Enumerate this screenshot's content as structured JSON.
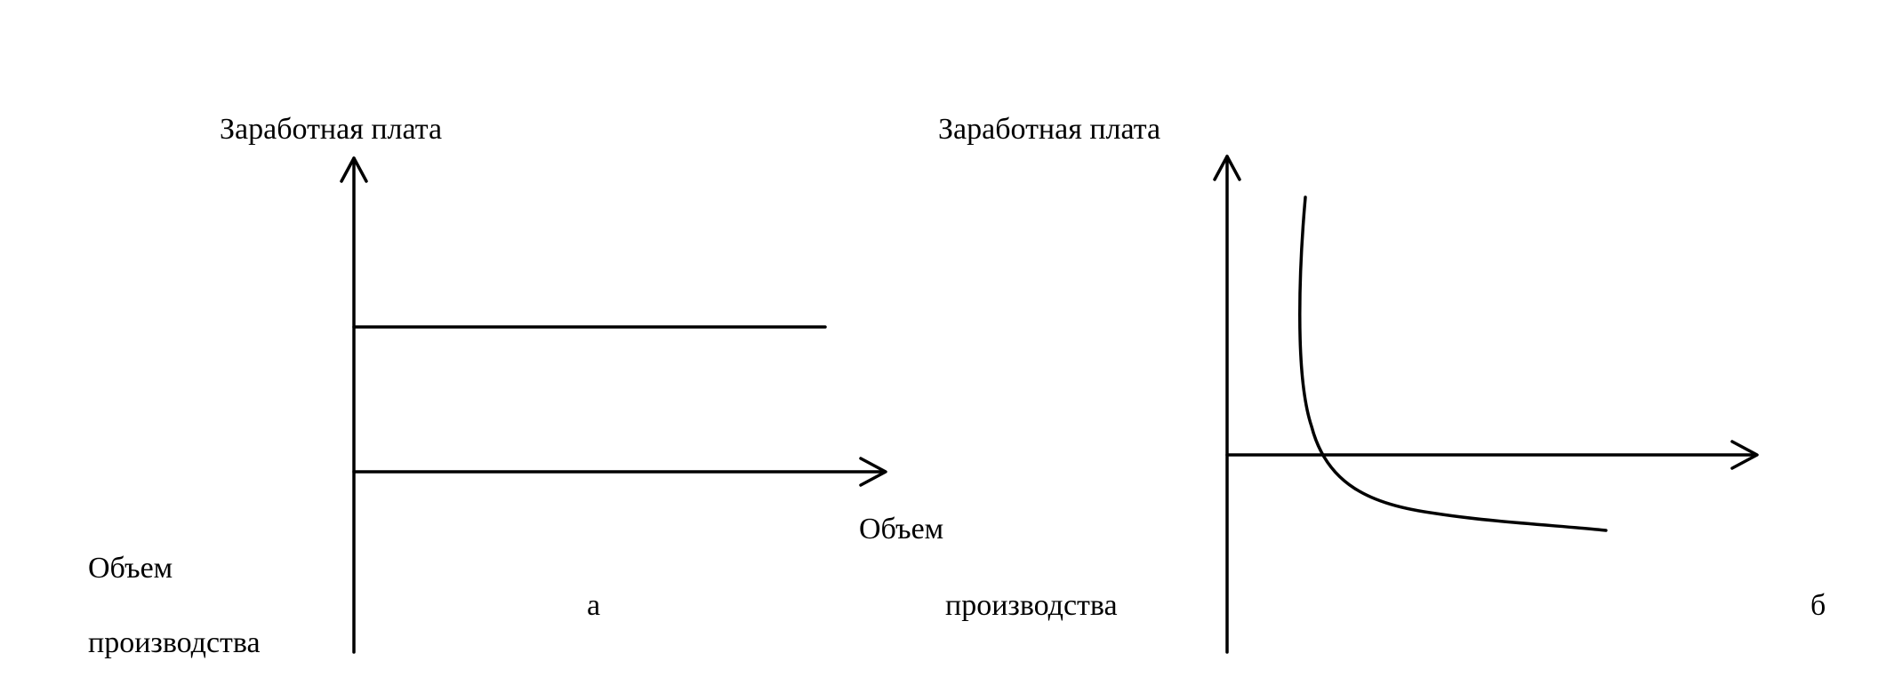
{
  "figure_a": {
    "y_axis_label": "Заработная плата",
    "x_axis_label_line1": "Объем",
    "x_axis_label_line2": "производства",
    "caption": "а"
  },
  "figure_b": {
    "y_axis_label": "Заработная плата",
    "x_axis_label_line1": "Объем",
    "x_axis_label_line2": "производства",
    "caption": "б"
  },
  "colors": {
    "ink": "#000000",
    "background": "#ffffff"
  }
}
